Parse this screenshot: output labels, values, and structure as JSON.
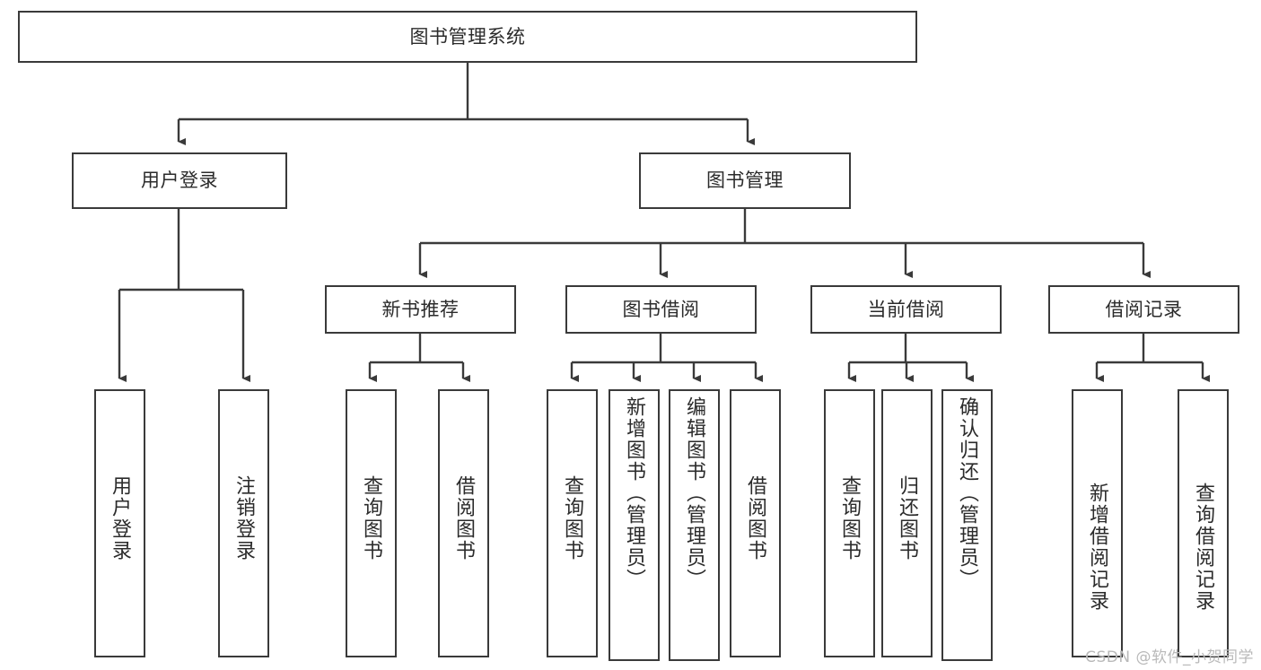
{
  "diagram": {
    "title": "图书管理系统",
    "type": "tree",
    "orientation": "top-down",
    "style": {
      "box_fill": "#ffffff",
      "box_stroke": "#3a3a3a",
      "edge_color": "#3a3a3a",
      "text_color": "#2b2b2b",
      "background": "#ffffff",
      "watermark_color": "#b9b9b9"
    },
    "root": {
      "label": "图书管理系统"
    },
    "level2": [
      {
        "label": "用户登录"
      },
      {
        "label": "图书管理"
      }
    ],
    "level3": [
      {
        "label": "新书推荐"
      },
      {
        "label": "图书借阅"
      },
      {
        "label": "当前借阅"
      },
      {
        "label": "借阅记录"
      }
    ],
    "leaves": {
      "user_login": [
        {
          "label": "用户登录"
        },
        {
          "label": "注销登录"
        }
      ],
      "new_book_recommend": [
        {
          "label": "查询图书"
        },
        {
          "label": "借阅图书"
        }
      ],
      "book_borrow": [
        {
          "label": "查询图书"
        },
        {
          "label": "新增图书（管理员）"
        },
        {
          "label": "编辑图书（管理员）"
        },
        {
          "label": "借阅图书"
        }
      ],
      "current_borrow": [
        {
          "label": "查询图书"
        },
        {
          "label": "归还图书"
        },
        {
          "label": "确认归还（管理员）"
        }
      ],
      "borrow_record": [
        {
          "label": "新增借阅记录"
        },
        {
          "label": "查询借阅记录"
        }
      ]
    }
  },
  "watermark": {
    "text": "CSDN @软件_小贺同学"
  }
}
